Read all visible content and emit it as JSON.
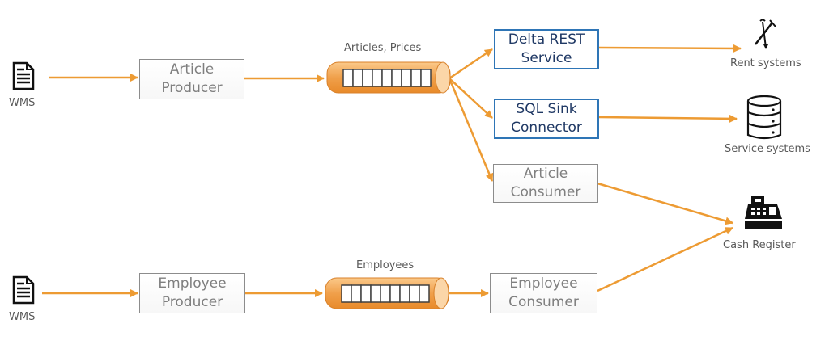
{
  "nodes": {
    "article_producer": "Article\nProducer",
    "delta_rest_service": "Delta REST\nService",
    "sql_sink_connector": "SQL Sink\nConnector",
    "article_consumer": "Article\nConsumer",
    "employee_producer": "Employee\nProducer",
    "employee_consumer": "Employee\nConsumer"
  },
  "topics": {
    "articles_prices": "Articles, Prices",
    "employees": "Employees"
  },
  "endpoints": {
    "wms_top": "WMS",
    "wms_bottom": "WMS",
    "rent_systems": "Rent systems",
    "service_systems": "Service systems",
    "cash_register": "Cash Register"
  },
  "icons": {
    "document": "document-icon",
    "tools": "tools-icon",
    "database": "database-icon",
    "cash_register": "cash-register-icon"
  },
  "colors": {
    "arrow": "#ed9b33",
    "queue": "#f0a04b",
    "blue_border": "#2e75b6",
    "box_border": "#8c8c8c"
  }
}
